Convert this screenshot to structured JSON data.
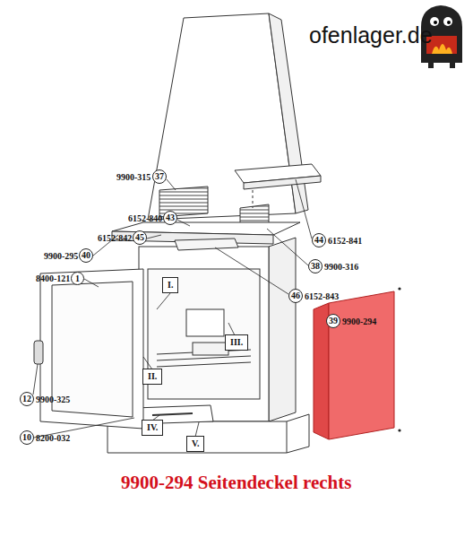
{
  "diagram": {
    "caption": "9900-294 Seitendeckel rechts",
    "nodes": [
      {
        "text": [
          "37"
        ]
      },
      {
        "text": [
          "43"
        ]
      },
      {
        "text": [
          "45"
        ]
      },
      {
        "text": [
          "44"
        ]
      },
      {
        "text": [
          "40"
        ]
      },
      {
        "text": [
          "38"
        ]
      },
      {
        "text": [
          "1"
        ]
      },
      {
        "text": [
          "I."
        ]
      },
      {
        "text": [
          "46"
        ]
      },
      {
        "text": [
          "39"
        ]
      },
      {
        "text": [
          "III."
        ]
      },
      {
        "text": [
          "II."
        ]
      },
      {
        "text": [
          "12"
        ]
      },
      {
        "text": [
          "IV."
        ]
      },
      {
        "text": [
          "10"
        ]
      },
      {
        "text": [
          "V."
        ]
      }
    ],
    "labels": [
      "ofenlager.de",
      "9900-315",
      "6152-840",
      "6152-842",
      "6152-841",
      "9900-295",
      "9900-316",
      "8400-121",
      "6152-843",
      "9900-294",
      "9900-325",
      "8200-032"
    ]
  }
}
